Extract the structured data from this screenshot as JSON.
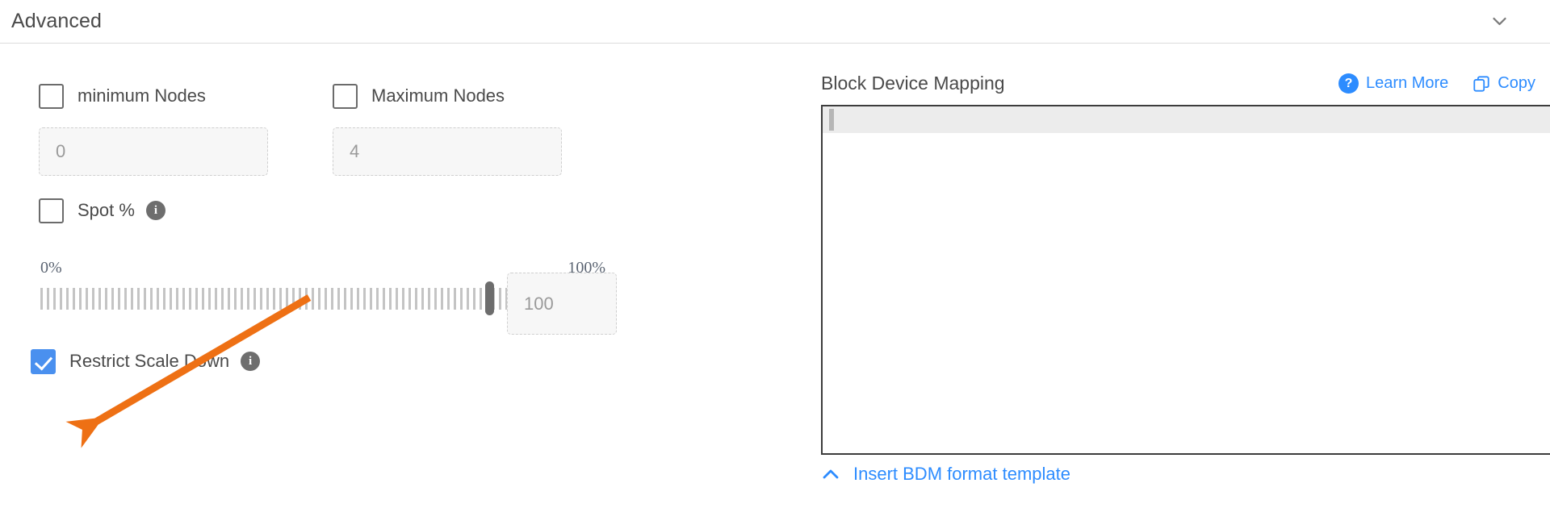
{
  "header": {
    "title": "Advanced",
    "collapse_icon": "chevron-down-icon"
  },
  "left": {
    "min_nodes": {
      "label": "minimum Nodes",
      "checked": false,
      "value": "0"
    },
    "max_nodes": {
      "label": "Maximum Nodes",
      "checked": false,
      "value": "4"
    },
    "spot": {
      "label": "Spot %",
      "checked": false,
      "info_icon": "info-icon"
    },
    "slider": {
      "min_label": "0%",
      "max_label": "100%",
      "value": "100",
      "percent": 100
    },
    "restrict_scale_down": {
      "label": "Restrict Scale Down",
      "checked": true,
      "info_icon": "info-icon"
    }
  },
  "right": {
    "title": "Block Device Mapping",
    "learn_more": {
      "label": "Learn More",
      "icon": "question-circle-icon"
    },
    "copy": {
      "label": "Copy",
      "icon": "copy-icon"
    },
    "editor": {
      "content": "",
      "caret_line": 1
    },
    "insert_template": {
      "label": "Insert BDM format template",
      "icon": "chevron-up-icon"
    }
  },
  "annotation": {
    "type": "arrow",
    "color": "#EE7014",
    "points_to": "restrict-scale-down-checkbox"
  },
  "colors": {
    "accent_blue": "#2d8cff",
    "checkbox_blue": "#4a90ef",
    "annotation_orange": "#EE7014",
    "text_gray": "#4a4a4a",
    "muted_gray": "#9a9a9a"
  }
}
